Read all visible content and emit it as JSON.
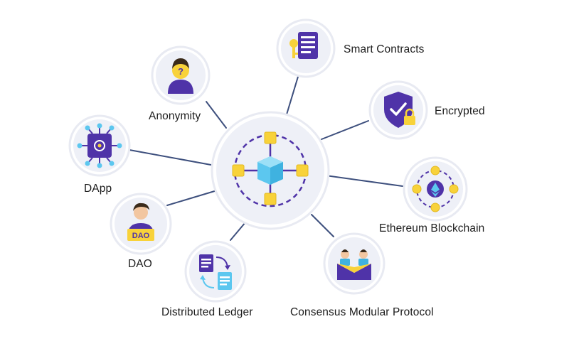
{
  "nodes": {
    "smart_contracts": {
      "label": "Smart Contracts",
      "icon": "smart-contract-icon"
    },
    "encrypted": {
      "label": "Encrypted",
      "icon": "shield-lock-icon"
    },
    "ethereum": {
      "label": "Ethereum Blockchain",
      "icon": "ethereum-network-icon"
    },
    "consensus": {
      "label": "Consensus Modular Protocol",
      "icon": "consensus-voting-icon"
    },
    "ledger": {
      "label": "Distributed Ledger",
      "icon": "document-sync-icon"
    },
    "dao": {
      "label": "DAO",
      "icon": "dao-person-icon",
      "badge": "DAO"
    },
    "dapp": {
      "label": "DApp",
      "icon": "chip-network-icon"
    },
    "anonymity": {
      "label": "Anonymity",
      "icon": "anonymous-person-icon",
      "glyph": "?"
    }
  },
  "center": {
    "icon": "blockchain-cube-icon"
  },
  "colors": {
    "circle_bg": "#eef0f7",
    "connector": "#3d4f7d",
    "purple": "#4f33a8",
    "yellow": "#f8d23a",
    "blue": "#5cc7ef",
    "skin": "#f2c6a0"
  }
}
